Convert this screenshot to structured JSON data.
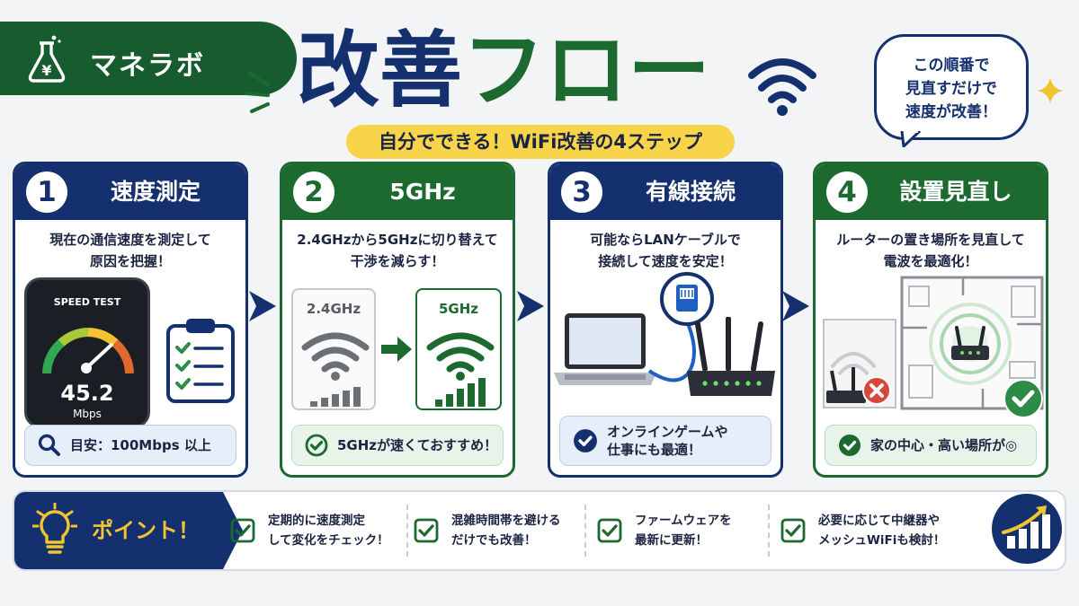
{
  "brand": {
    "name": "マネラボ",
    "logo_icon": "flask-yen-icon"
  },
  "title": {
    "part1": "改善",
    "part2": "フロー"
  },
  "subtitle": "自分でできる！WiFi改善の4ステップ",
  "bubble": {
    "lines": [
      "この順番で",
      "見直すだけで",
      "速度が改善！"
    ]
  },
  "colors": {
    "navy": "#14306e",
    "green": "#1d6a30",
    "yellow": "#f7d44a",
    "red": "#d9463b"
  },
  "steps": [
    {
      "number": "1",
      "title": "速度測定",
      "desc": [
        "現在の通信速度を測定して",
        "原因を把握！"
      ],
      "art": {
        "screen_title": "SPEED TEST",
        "speed_value": "45.2",
        "speed_unit": "Mbps",
        "icons": [
          "smartphone-icon",
          "speedometer-icon",
          "clipboard-checklist-icon"
        ]
      },
      "foot": {
        "icon": "search-icon",
        "lines": [
          "目安：100Mbps 以上"
        ]
      }
    },
    {
      "number": "2",
      "title": "5GHz",
      "desc": [
        "2.4GHzから5GHzに切り替えて",
        "干渉を減らす！"
      ],
      "art": {
        "from_label": "2.4GHz",
        "to_label": "5GHz",
        "icons": [
          "wifi-weak-icon",
          "arrow-right-icon",
          "wifi-strong-icon"
        ]
      },
      "foot": {
        "icon": "check-circle-icon",
        "lines": [
          "5GHzが速くておすすめ！"
        ]
      }
    },
    {
      "number": "3",
      "title": "有線接続",
      "desc": [
        "可能ならLANケーブルで",
        "接続して速度を安定！"
      ],
      "art": {
        "icons": [
          "laptop-icon",
          "lan-cable-icon",
          "router-icon"
        ]
      },
      "foot": {
        "icon": "check-circle-icon",
        "lines": [
          "オンラインゲームや",
          "仕事にも最適！"
        ]
      }
    },
    {
      "number": "4",
      "title": "設置見直し",
      "desc": [
        "ルーターの置き場所を見直して",
        "電波を最適化！"
      ],
      "art": {
        "icons": [
          "router-corner-icon",
          "x-mark-icon",
          "floor-plan-icon",
          "router-center-icon",
          "check-mark-icon"
        ]
      },
      "foot": {
        "icon": "check-circle-icon",
        "lines": [
          "家の中心・高い場所が◎"
        ]
      }
    }
  ],
  "points": {
    "label": "ポイント！",
    "icon": "lightbulb-icon",
    "items": [
      {
        "lines": [
          "定期的に速度測定",
          "して変化をチェック！"
        ]
      },
      {
        "lines": [
          "混雑時間帯を避ける",
          "だけでも改善！"
        ]
      },
      {
        "lines": [
          "ファームウェアを",
          "最新に更新！"
        ]
      },
      {
        "lines": [
          "必要に応じて中継器や",
          "メッシュWiFiも検討！"
        ]
      }
    ],
    "end_icon": "growth-chart-icon"
  }
}
